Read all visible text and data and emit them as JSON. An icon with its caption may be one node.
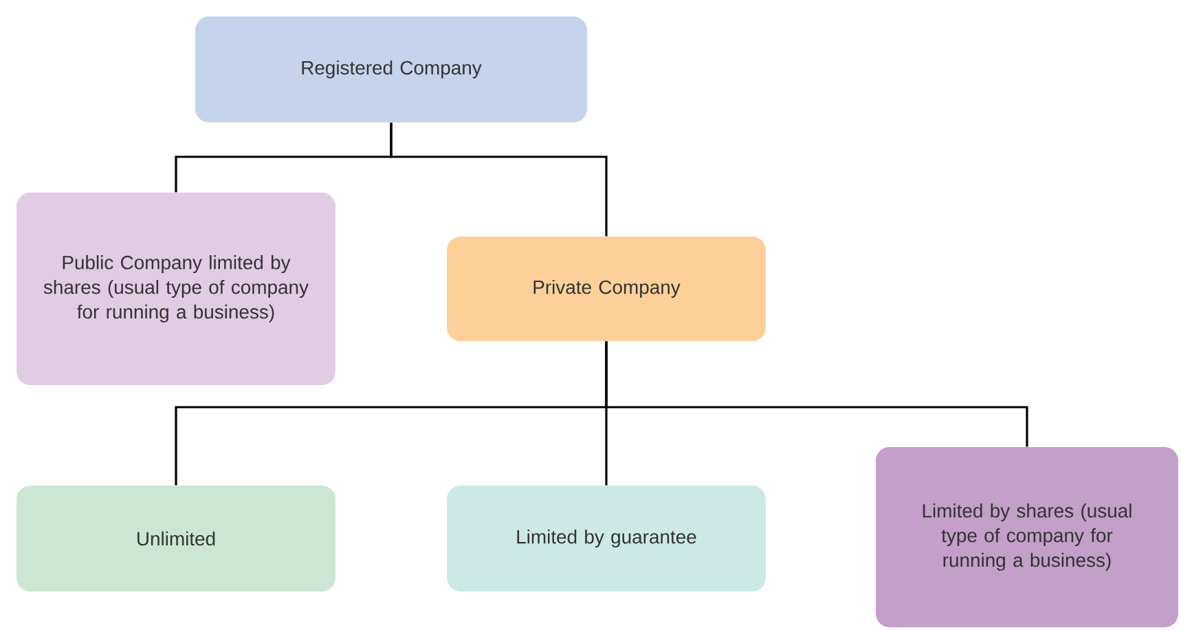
{
  "diagram": {
    "nodes": [
      {
        "text": [
          "Registered Company"
        ]
      },
      {
        "text": [
          "Public Company limited by shares (usual type of company for running a business)"
        ]
      },
      {
        "text": [
          "Private Company"
        ]
      },
      {
        "text": [
          "Unlimited"
        ]
      },
      {
        "text": [
          "Limited by guarantee"
        ]
      },
      {
        "text": [
          "Limited by shares (usual type of company for running a business)"
        ]
      }
    ],
    "edges": [
      {
        "from": 0,
        "to": 1,
        "arrow": "none"
      },
      {
        "from": 0,
        "to": 2,
        "arrow": "none"
      },
      {
        "from": 2,
        "to": 3,
        "arrow": "none"
      },
      {
        "from": 2,
        "to": 4,
        "arrow": "none"
      },
      {
        "from": 2,
        "to": 5,
        "arrow": "none"
      }
    ]
  }
}
